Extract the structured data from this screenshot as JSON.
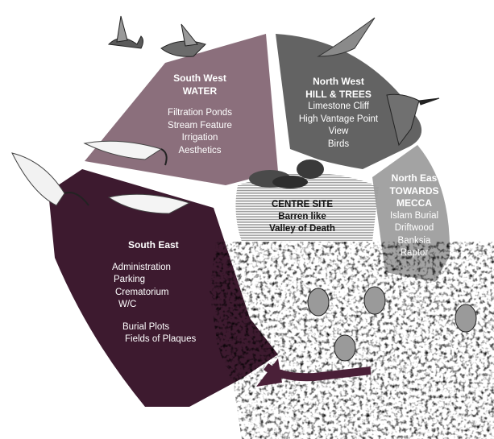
{
  "colors": {
    "south_west": "#8b6f7c",
    "north_west": "#636363",
    "north_east": "#a3a3a3",
    "south_east": "#3d1a2f",
    "centre_hatch": "#9c9c9c",
    "scrub": "#141414",
    "arrow": "#4a2038"
  },
  "segments": {
    "south_west": {
      "heading_lines": [
        "South West",
        "WATER"
      ],
      "items": [
        "Filtration Ponds",
        "Stream Feature",
        "Irrigation",
        "Aesthetics"
      ]
    },
    "north_west": {
      "heading_lines": [
        "North West",
        "HILL & TREES"
      ],
      "items": [
        "Limestone Cliff",
        "High Vantage Point",
        "View",
        "Birds"
      ]
    },
    "north_east": {
      "heading_lines": [
        "North Eas",
        "TOWARDS",
        "MECCA"
      ],
      "items": [
        "Islam Burial",
        "Driftwood",
        "Banksia",
        "Raptor"
      ]
    },
    "south_east": {
      "heading_lines": [
        "South East"
      ],
      "items": [
        "Administration",
        "Parking",
        "Crematorium",
        "W/C"
      ],
      "items2": [
        "Burial Plots",
        "Fields of Plaques"
      ]
    }
  },
  "centre": {
    "lines": [
      "CENTRE SITE",
      "Barren like",
      "Valley of Death"
    ]
  },
  "icons": [
    "pelican-bird-icon",
    "ibis-bird-icon",
    "kingfisher-bird-icon",
    "sparrow-bird-icon",
    "rock-outcrop-icon",
    "direction-arrow-icon"
  ]
}
